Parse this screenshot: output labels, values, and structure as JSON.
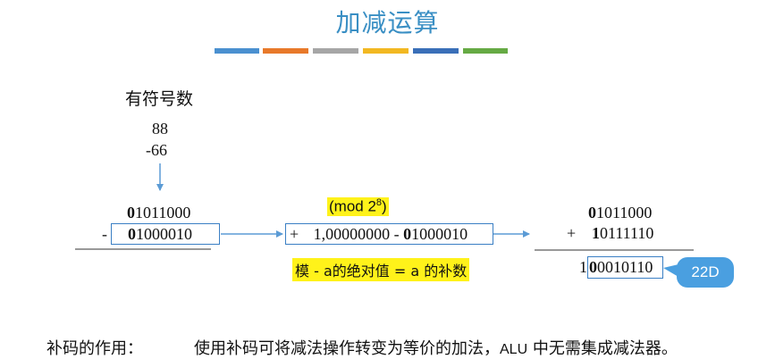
{
  "title": "加减运算",
  "color_bars": [
    "#4a90d0",
    "#e8792a",
    "#a6a6a6",
    "#f2b822",
    "#3a6fb8",
    "#66aa44"
  ],
  "signed_label": "有符号数",
  "values": {
    "a": "88",
    "b": "-66"
  },
  "left_calc": {
    "row1_lead": "0",
    "row1_rest": "1011000",
    "minus": "-",
    "row2_lead": "0",
    "row2_rest": "1000010"
  },
  "middle_calc": {
    "mod_text": "(mod 2",
    "mod_exp": "8",
    "mod_close": ")",
    "plus": "+",
    "expr_pre": "1,00000000 - ",
    "expr_lead": "0",
    "expr_rest": "1000010",
    "note": "模 - a的绝对值 = a 的补数"
  },
  "right_calc": {
    "row1_lead": "0",
    "row1_rest": "1011000",
    "plus": "+",
    "row2_lead": "1",
    "row2_rest": "0111110",
    "result_carry": "1",
    "result_lead": "0",
    "result_rest": "0010110",
    "bubble": "22D"
  },
  "footer": {
    "label": "补码的作用：",
    "text_pre": "使用补码可将减法操作转变为等价的加法，",
    "alu": "ALU",
    "text_post": " 中无需集成减法器。"
  }
}
